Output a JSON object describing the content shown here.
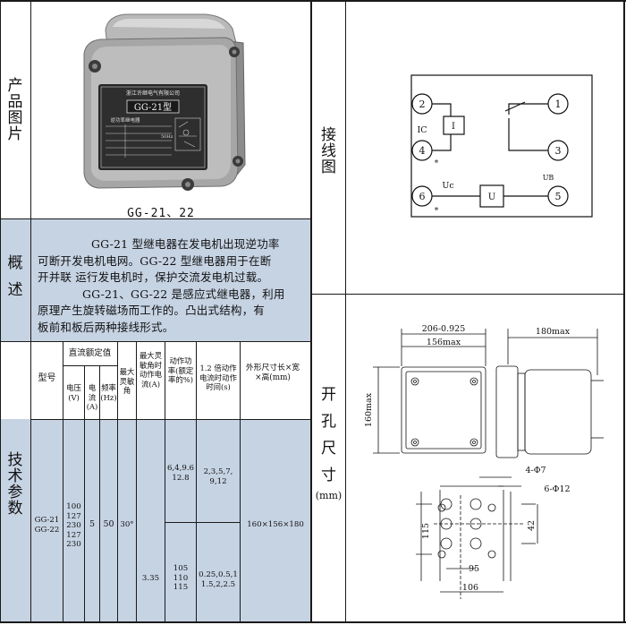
{
  "left": {
    "photo": {
      "row_label": [
        "产",
        "品",
        "图",
        "片"
      ],
      "caption": "GG-21、22",
      "nameplate_company": "浙江许继电气有限公司",
      "nameplate_model": "GG-21型",
      "nameplate_subtitle": "逆功率继电器",
      "nameplate_freq": "50Hz"
    },
    "overview": {
      "row_label": [
        "概",
        "述"
      ],
      "paragraph": [
        "GG-21 型继电器在发电机出现逆功率",
        "可断开发电机电网。GG-22 型继电器用于在断",
        "开并联 运行发电机时，保护交流发电机过载。",
        "GG-21、GG-22 是感应式继电器，利用",
        "原理产生旋转磁场而工作的。凸出式结构，有",
        "板前和板后两种接线形式。"
      ]
    },
    "params": {
      "row_label": [
        "技",
        "术",
        "参",
        "数"
      ],
      "headers": {
        "model": "型号",
        "dc_rating": "直流额定值",
        "voltage": "电压(V)",
        "current": "电流(A)",
        "freq": "频率(Hz)",
        "max_angle": "最大灵敏角",
        "max_sens_current": "最大灵敏角时动作电流(A)",
        "action_power": "动作功率(额定率的%)",
        "action_time": "1.2 倍动作电流时动作时间(s)",
        "dims": "外形尺寸长×宽×高(mm)"
      },
      "values": {
        "models": [
          "GG-21",
          "GG-22"
        ],
        "voltages": [
          "100",
          "127",
          "230",
          "127",
          "230"
        ],
        "current": "5",
        "freq": "50",
        "angle": "30°",
        "action_current": "3.35",
        "power_a": [
          "6,4,9.6",
          "12.8"
        ],
        "power_b": [
          "105",
          "110",
          "115"
        ],
        "time_a": [
          "2,3,5,7,",
          "9,12"
        ],
        "time_b": [
          "0.25,0.5,1",
          "1.5,2,2.5"
        ],
        "dims": "160×156×180"
      }
    }
  },
  "right": {
    "wiring": {
      "row_label": [
        "接",
        "线",
        "图"
      ],
      "terminals": [
        "1",
        "2",
        "3",
        "4",
        "5",
        "6"
      ],
      "labels": {
        "ic": "IC",
        "i": "I",
        "u": "U",
        "uc": "Uc",
        "ub": "UB",
        "star": "*"
      }
    },
    "cutout": {
      "row_label": [
        "开",
        "孔",
        "尺",
        "寸",
        "(mm)"
      ],
      "dims": {
        "front_width_tol": "206-0.925",
        "front_width_max": "156max",
        "side_depth": "180max",
        "height": "160max",
        "holes_small": "4-Φ7",
        "holes_large": "6-Φ12",
        "h115": "115",
        "h42": "42",
        "w95": "95",
        "w106": "106"
      }
    }
  }
}
